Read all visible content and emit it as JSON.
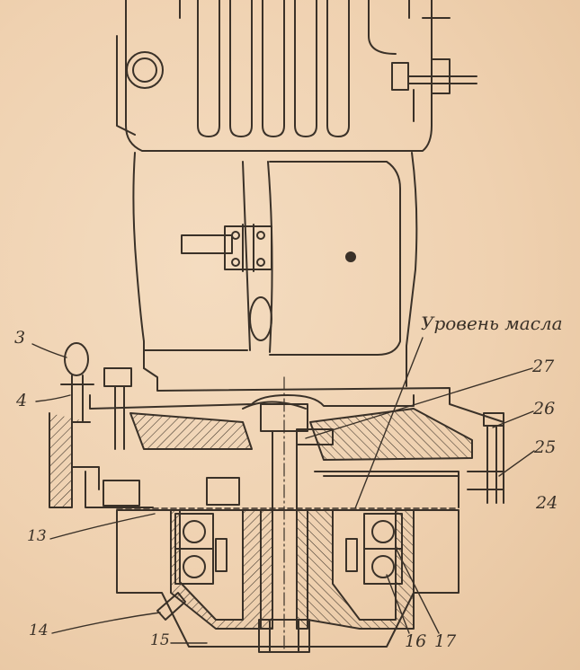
{
  "drawing": {
    "colors": {
      "paper": "#efd2b1",
      "ink": "#3a3128"
    },
    "callouts": {
      "c3": "3",
      "c4": "4",
      "c13": "13",
      "c14": "14",
      "c15": "15",
      "c16": "16",
      "c17": "17",
      "c24": "24",
      "c25": "25",
      "c26": "26",
      "c27": "27",
      "oil_level": "Уровень масла"
    }
  }
}
